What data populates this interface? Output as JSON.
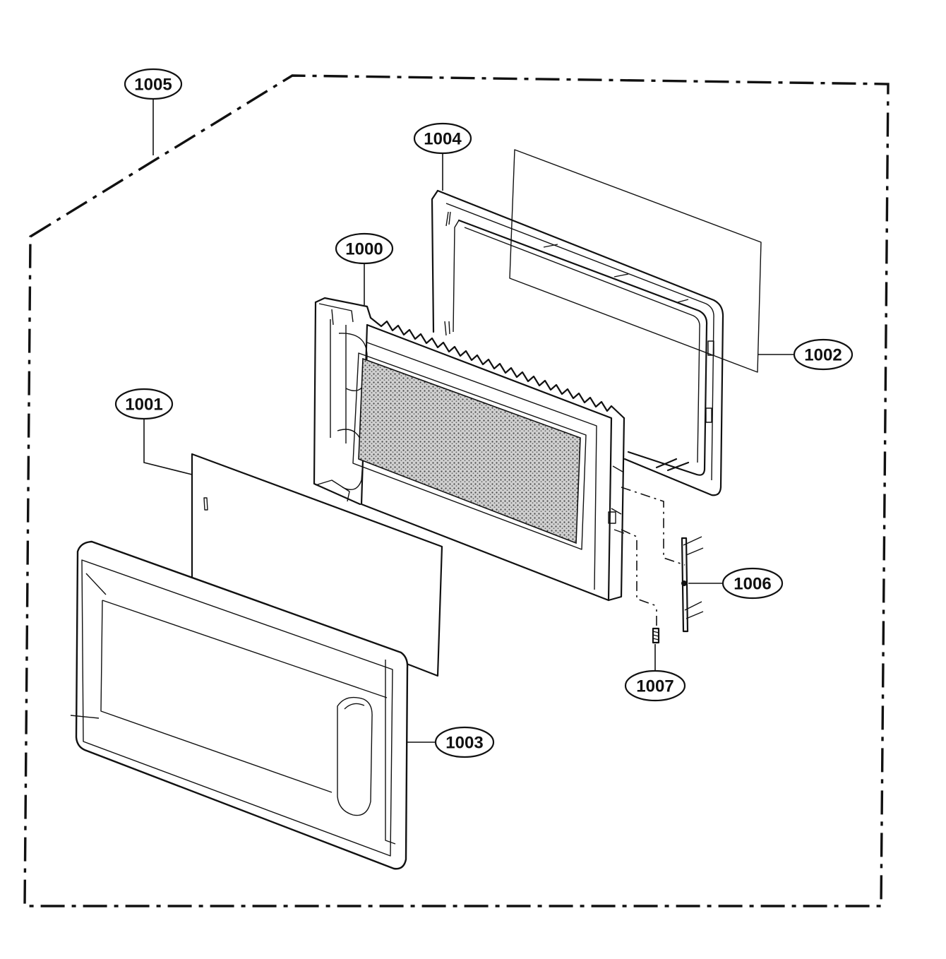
{
  "callouts": [
    {
      "id": "1000",
      "label": "1000"
    },
    {
      "id": "1001",
      "label": "1001"
    },
    {
      "id": "1002",
      "label": "1002"
    },
    {
      "id": "1003",
      "label": "1003"
    },
    {
      "id": "1004",
      "label": "1004"
    },
    {
      "id": "1005",
      "label": "1005"
    },
    {
      "id": "1006",
      "label": "1006"
    },
    {
      "id": "1007",
      "label": "1007"
    }
  ]
}
